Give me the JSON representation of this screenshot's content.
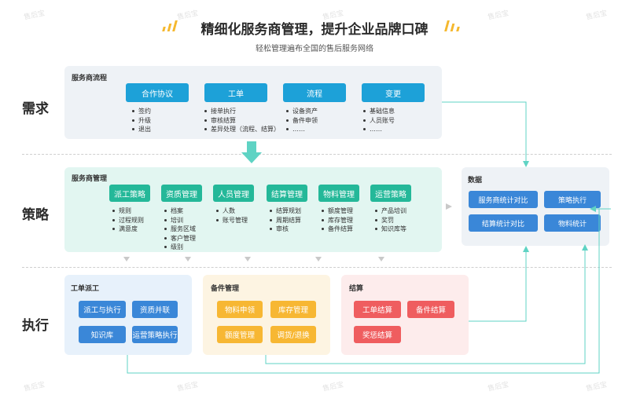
{
  "header": {
    "title": "精细化服务商管理，提升企业品牌口碑",
    "subtitle": "轻松管理遍布全国的售后服务网络"
  },
  "rows": {
    "demand": "需求",
    "strategy": "策略",
    "execution": "执行"
  },
  "process": {
    "title": "服务商流程",
    "columns": [
      {
        "label": "合作协议",
        "items": [
          "签约",
          "升级",
          "退出"
        ]
      },
      {
        "label": "工单",
        "items": [
          "接单执行",
          "审核结算",
          "差异处理（流程、结算）"
        ]
      },
      {
        "label": "流程",
        "items": [
          "设备资产",
          "备件申领",
          "……"
        ]
      },
      {
        "label": "变更",
        "items": [
          "基础信息",
          "人员账号",
          "……"
        ]
      }
    ]
  },
  "management": {
    "title": "服务商管理",
    "columns": [
      {
        "label": "派工策略",
        "items": [
          "规则",
          "过程规则",
          "满意度"
        ]
      },
      {
        "label": "资质管理",
        "items": [
          "档案",
          "培训",
          "服务区域",
          "客户管理",
          "级别"
        ]
      },
      {
        "label": "人员管理",
        "items": [
          "人数",
          "账号管理"
        ]
      },
      {
        "label": "结算管理",
        "items": [
          "结算规划",
          "周期结算",
          "审核"
        ]
      },
      {
        "label": "物料管理",
        "items": [
          "额度管理",
          "库存管理",
          "备件结算"
        ]
      },
      {
        "label": "运营策略",
        "items": [
          "产品培训",
          "奖罚",
          "知识库等"
        ]
      }
    ]
  },
  "data_panel": {
    "title": "数据",
    "items": [
      "服务商统计对比",
      "策略执行",
      "结算统计对比",
      "物料统计"
    ]
  },
  "dispatch": {
    "title": "工单派工",
    "items": [
      "派工与执行",
      "资质并联",
      "知识库",
      "运营策略执行"
    ]
  },
  "spare_parts": {
    "title": "备件管理",
    "items": [
      "物料申领",
      "库存管理",
      "额度管理",
      "调货/退换"
    ]
  },
  "settlement": {
    "title": "结算",
    "items": [
      "工单结算",
      "备件结算",
      "奖惩结算"
    ]
  },
  "watermark": "售后宝",
  "colors": {
    "teal_line": "#5fd3c4",
    "process_chip": "#1da1d8",
    "management_chip": "#24b899",
    "data_chip": "#3a87d8",
    "spare_chip": "#f7b733",
    "settlement_chip": "#ef5d5f"
  }
}
